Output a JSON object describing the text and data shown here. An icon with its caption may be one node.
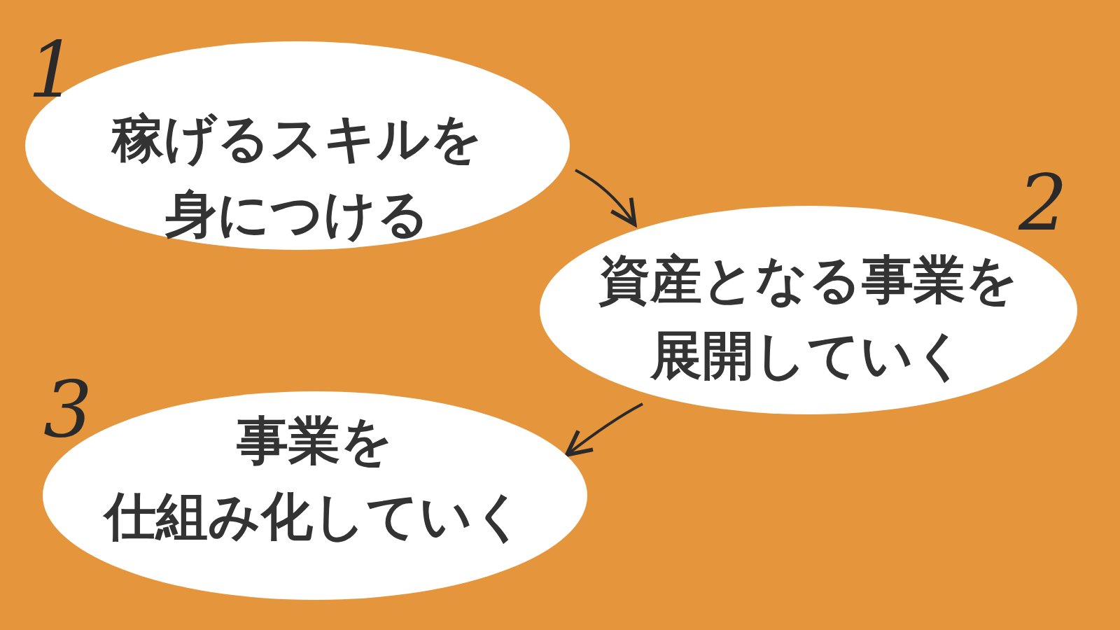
{
  "diagram": {
    "nodes": [
      {
        "text": [
          "稼げるスキルを身につける"
        ],
        "beside": [
          "1"
        ]
      },
      {
        "text": [
          "資産となる事業を展開していく"
        ],
        "beside": [
          "2"
        ]
      },
      {
        "text": [
          "事業を仕組み化していく"
        ],
        "beside": [
          "3"
        ]
      }
    ],
    "edges": [
      {
        "from": 0,
        "to": 1,
        "arrow": "to"
      },
      {
        "from": 1,
        "to": 2,
        "arrow": "to"
      }
    ]
  }
}
